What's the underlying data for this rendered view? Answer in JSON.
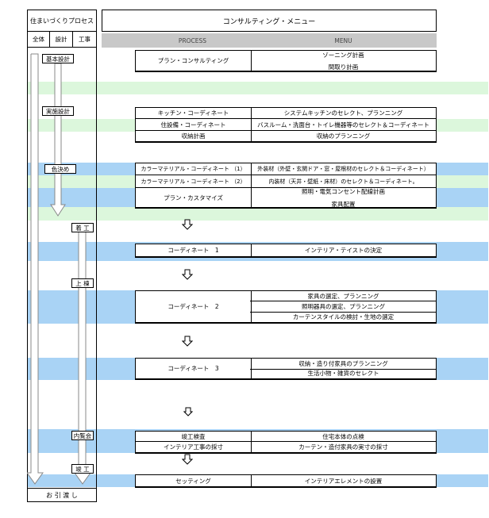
{
  "left_panel": {
    "title": "住まいづくりプロセス",
    "col_all": "全体",
    "col_design": "設計",
    "col_construction": "工事",
    "stages": {
      "basic_design": "基本設計",
      "detail_design": "実施設計",
      "color_decision": "色決め",
      "construction_start": "着 工",
      "framing": "上 棟",
      "inspection": "内覧会",
      "completion": "竣 工"
    },
    "handover": "お 引 渡 し"
  },
  "header": {
    "title": "コンサルティング・メニュー",
    "process_label": "PROCESS",
    "menu_label": "MENU"
  },
  "rows": {
    "plan": {
      "process": "プラン・コンサルティング",
      "menu1": "ゾーニング計画",
      "menu2": "間取り計画"
    },
    "kitchen": {
      "process": "キッチン・コーディネート",
      "menu": "システムキッチンのセレクト、プランニング"
    },
    "equipment": {
      "process": "住設備・コーディネート",
      "menu": "バスルーム・洗面台・トイレ機器等のセレクト＆コーディネート"
    },
    "storage": {
      "process": "収納計画",
      "menu": "収納のプランニング"
    },
    "color1": {
      "process": "カラーマテリアル・コーディネート （1）",
      "menu": "外装材（外壁・玄関ドア・窓・屋根材のセレクト＆コーディネート）"
    },
    "color2": {
      "process": "カラーマテリアル・コーディネート （2）",
      "menu": "内装材（天井・壁紙・床材）のセレクト＆コーディネート。"
    },
    "customize": {
      "process": "プラン・カスタマイズ",
      "menu1": "照明・電気コンセント配線計画",
      "menu2": "家具配置"
    },
    "coord1": {
      "process": "コーディネート　1",
      "menu": "インテリア・テイストの決定"
    },
    "coord2": {
      "process": "コーディネート　2",
      "menu1": "家具の選定、プランニング",
      "menu2": "照明器具の選定、プランニング",
      "menu3": "カーテンスタイルの検討・生地の選定"
    },
    "coord3": {
      "process": "コーディネート　3",
      "menu1": "収納・造り付家具のプランニング",
      "menu2": "生活小物・雑貨のセレクト"
    },
    "inspection": {
      "process": "竣工検査",
      "menu": "住宅本体の点検"
    },
    "interior_measure": {
      "process": "インテリア工事の採寸",
      "menu": "カーテン・造付家具の実寸の採寸"
    },
    "setting": {
      "process": "セッティング",
      "menu": "インテリアエレメントの設置"
    }
  },
  "colors": {
    "green_band": "#dcf7dc",
    "blue_band": "#a9d3f5",
    "header_grey": "#c8c8c8"
  }
}
